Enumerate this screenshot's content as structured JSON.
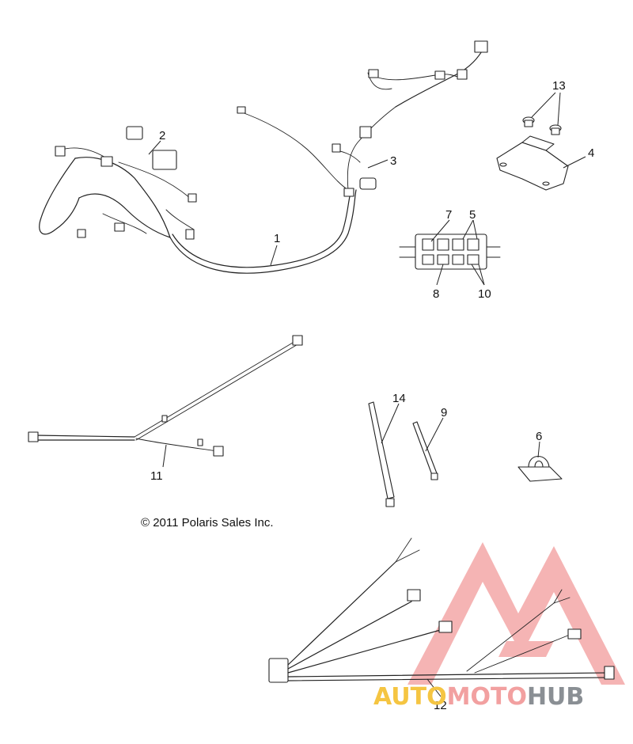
{
  "copyright": "© 2011 Polaris Sales Inc.",
  "callouts": {
    "c1": "1",
    "c2": "2",
    "c3": "3",
    "c4": "4",
    "c5": "5",
    "c6": "6",
    "c7": "7",
    "c8": "8",
    "c9": "9",
    "c10": "10",
    "c11": "11",
    "c12": "12",
    "c13": "13",
    "c14": "14"
  },
  "watermark": {
    "part1": "AUTO",
    "part2": "MOTO",
    "part3": "HUB",
    "color_primary": "#f2a0a0",
    "color_accent": "#f5c542",
    "color_dark": "#8a8f94"
  }
}
